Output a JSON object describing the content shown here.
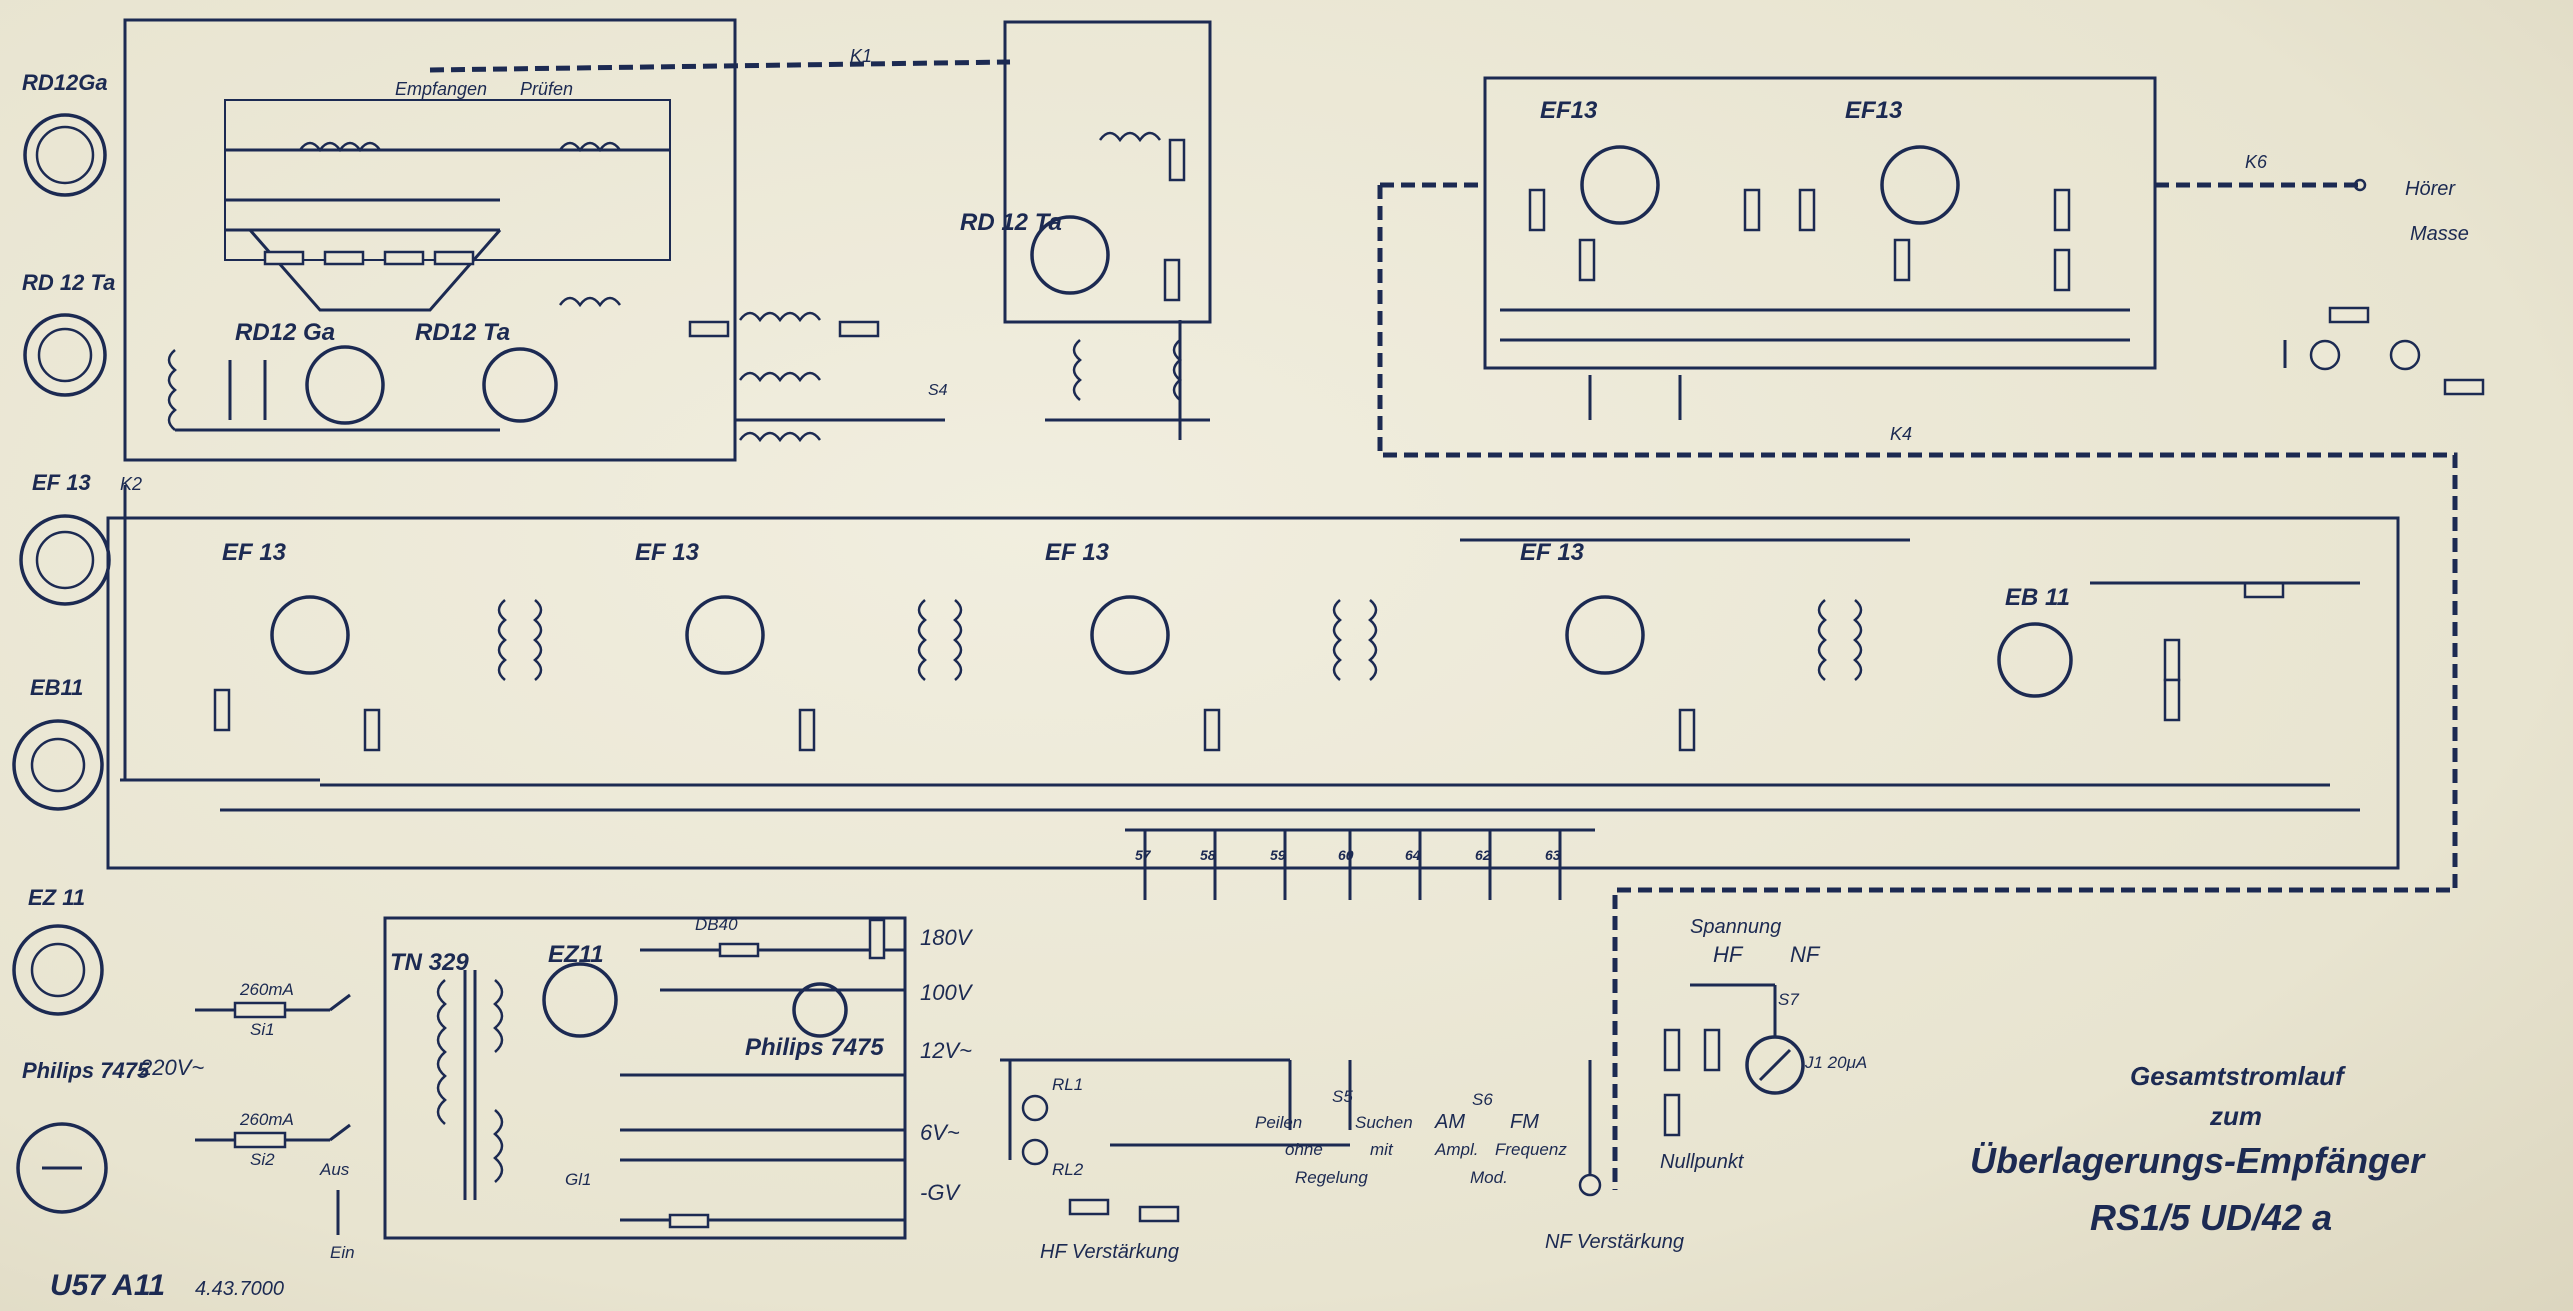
{
  "side_tubes": [
    {
      "label": "RD12Ga"
    },
    {
      "label": "RD 12 Ta"
    },
    {
      "label": "EF 13"
    },
    {
      "label": "EB11"
    },
    {
      "label": "EZ 11"
    },
    {
      "label": "Philips 7475"
    }
  ],
  "stages": {
    "input_tube_1": "RD12 Ga",
    "input_tube_2": "RD12 Ta",
    "osc_tube": "RD 12 Ta",
    "if_tube_1": "EF 13",
    "if_tube_2": "EF 13",
    "if_tube_3": "EF 13",
    "if_tube_4": "EF 13",
    "detector_tube": "EB 11",
    "af_tube_1": "EF13",
    "af_tube_2": "EF13",
    "rectifier_tube": "EZ11",
    "stabilizer_tube": "Philips 7475",
    "transformer": "TN 329"
  },
  "labels": {
    "empfangen": "Empfangen",
    "pruefen": "Prüfen",
    "hoerer": "Hörer",
    "masse": "Masse",
    "k1": "K1",
    "k4": "K4",
    "k6": "K6",
    "k2": "K2",
    "spannung": "Spannung",
    "hf": "HF",
    "nf": "NF",
    "s7": "S7",
    "meter": "J1 20μA",
    "nullpunkt": "Nullpunkt",
    "hf_verstaerkung": "HF Verstärkung",
    "nf_verstaerkung": "NF Verstärkung",
    "peilen": "Peilen",
    "ohne": "ohne",
    "suchen": "Suchen",
    "mit": "mit",
    "regelung": "Regelung",
    "am": "AM",
    "fm": "FM",
    "ampl": "Ampl.",
    "mod": "Mod.",
    "frequenz": "Frequenz",
    "s5": "S5",
    "s6": "S6",
    "s4": "S4",
    "aus": "Aus",
    "ein": "Ein",
    "mains": "220V~",
    "fuse1": "260mA",
    "fuse2": "260mA",
    "si1": "Si1",
    "si2": "Si2",
    "gl1": "Gl1",
    "db40": "DB40",
    "rl1": "RL1",
    "rl2": "RL2"
  },
  "voltages": [
    "180V",
    "100V",
    "12V~",
    "6V~",
    "-GV"
  ],
  "title": {
    "line1": "Gesamtstromlauf",
    "line2": "zum",
    "line3": "Überlagerungs-Empfänger",
    "line4": "RS1/5 UD/42 a"
  },
  "footer": {
    "code": "U57 A11",
    "date": "4.43.7000"
  },
  "bottom_terminals": [
    "57",
    "58",
    "59",
    "60",
    "64",
    "62",
    "63"
  ],
  "colors": {
    "ink": "#1c2a52",
    "paper": "#ece8d6"
  }
}
